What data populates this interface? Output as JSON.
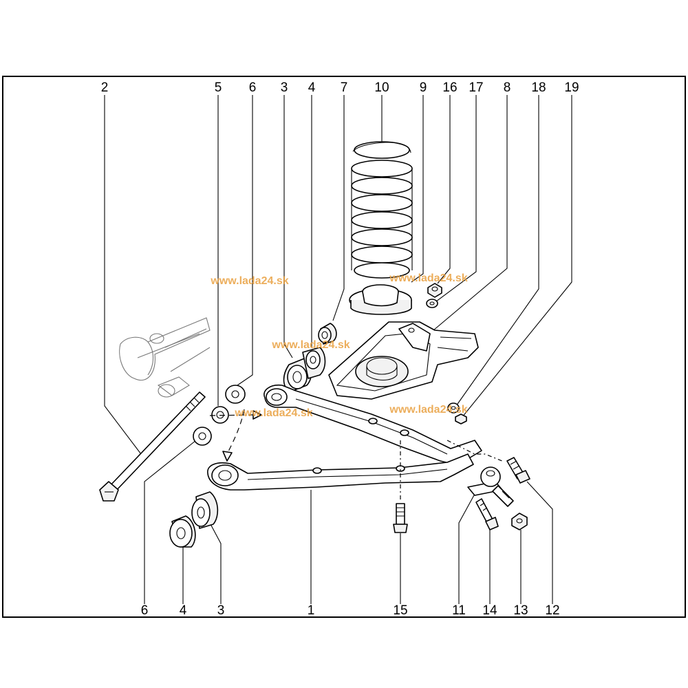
{
  "watermark": "www.lada24.sk",
  "callouts_top": [
    "2",
    "5",
    "6",
    "3",
    "4",
    "7",
    "10",
    "9",
    "16",
    "17",
    "8",
    "18",
    "19"
  ],
  "callouts_bottom": [
    "6",
    "4",
    "3",
    "1",
    "15",
    "11",
    "14",
    "13",
    "12"
  ],
  "colors": {
    "line": "#000000",
    "watermark": "#e9a040",
    "background": "#ffffff"
  }
}
